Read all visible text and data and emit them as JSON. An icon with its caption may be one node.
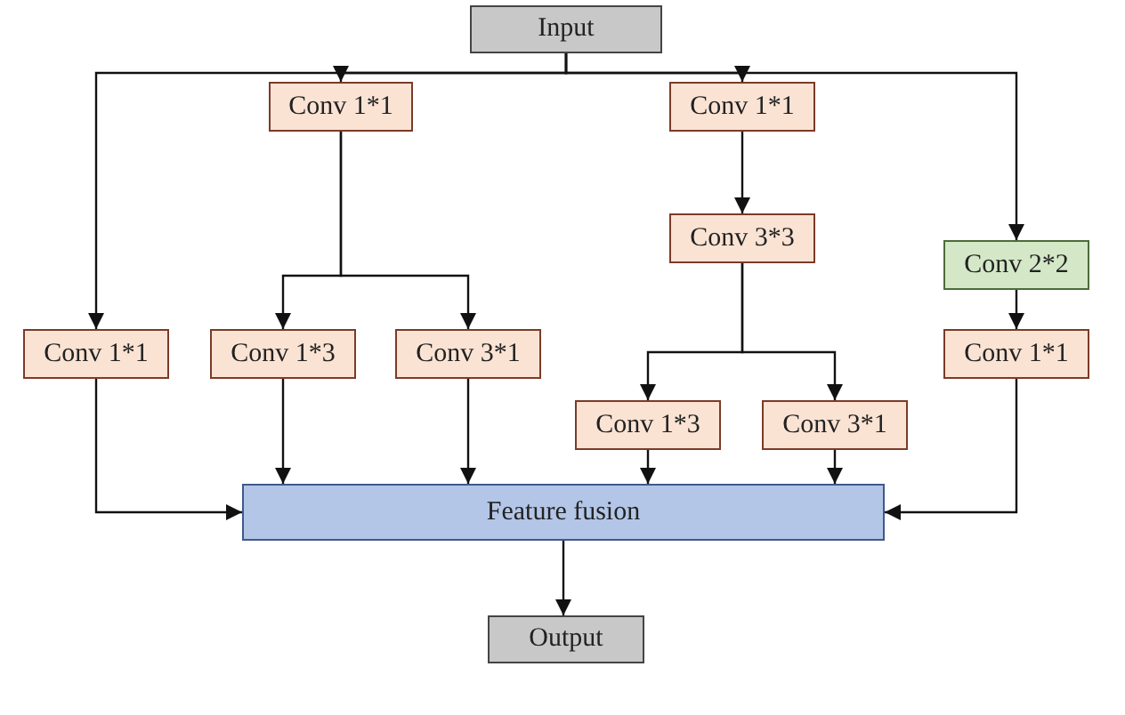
{
  "diagram": {
    "nodes": [
      {
        "text": [
          "Input"
        ]
      },
      {
        "text": [
          "Conv 1*1"
        ]
      },
      {
        "text": [
          "Conv 1*1"
        ]
      },
      {
        "text": [
          "Conv 3*3"
        ]
      },
      {
        "text": [
          "Conv 2*2"
        ]
      },
      {
        "text": [
          "Conv 1*1"
        ]
      },
      {
        "text": [
          "Conv 1*3"
        ]
      },
      {
        "text": [
          "Conv 3*1"
        ]
      },
      {
        "text": [
          "Conv 1*1"
        ]
      },
      {
        "text": [
          "Conv 1*3"
        ]
      },
      {
        "text": [
          "Conv 3*1"
        ]
      },
      {
        "text": [
          "Feature fusion"
        ]
      },
      {
        "text": [
          "Output"
        ]
      }
    ],
    "edges": [
      {
        "from": 0,
        "to": 5,
        "arrow": "to"
      },
      {
        "from": 0,
        "to": 1,
        "arrow": "to"
      },
      {
        "from": 0,
        "to": 2,
        "arrow": "to"
      },
      {
        "from": 0,
        "to": 4,
        "arrow": "to"
      },
      {
        "from": 1,
        "to": 6,
        "arrow": "to"
      },
      {
        "from": 1,
        "to": 7,
        "arrow": "to"
      },
      {
        "from": 2,
        "to": 3,
        "arrow": "to"
      },
      {
        "from": 3,
        "to": 9,
        "arrow": "to"
      },
      {
        "from": 3,
        "to": 10,
        "arrow": "to"
      },
      {
        "from": 4,
        "to": 8,
        "arrow": "to"
      },
      {
        "from": 5,
        "to": 11,
        "arrow": "to"
      },
      {
        "from": 6,
        "to": 11,
        "arrow": "to"
      },
      {
        "from": 7,
        "to": 11,
        "arrow": "to"
      },
      {
        "from": 9,
        "to": 11,
        "arrow": "to"
      },
      {
        "from": 10,
        "to": 11,
        "arrow": "to"
      },
      {
        "from": 8,
        "to": 11,
        "arrow": "to"
      },
      {
        "from": 11,
        "to": 12,
        "arrow": "to"
      }
    ]
  }
}
